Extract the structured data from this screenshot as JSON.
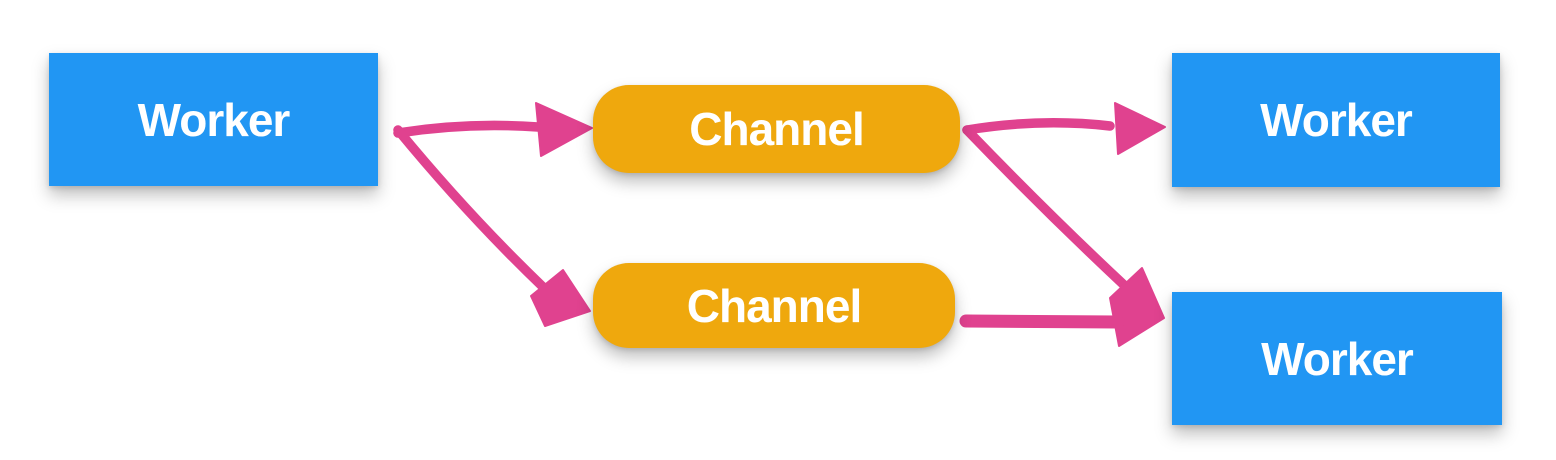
{
  "diagram": {
    "title": "worker-channel-fanout-diagram",
    "background": "#ffffff",
    "colors": {
      "worker_fill": "#2196f3",
      "channel_fill": "#efa80d",
      "arrow": "#e0428f",
      "label": "#ffffff"
    },
    "nodes": [
      {
        "id": "worker-left",
        "type": "worker",
        "label": "Worker"
      },
      {
        "id": "channel-top",
        "type": "channel",
        "label": "Channel"
      },
      {
        "id": "channel-bottom",
        "type": "channel",
        "label": "Channel"
      },
      {
        "id": "worker-right-top",
        "type": "worker",
        "label": "Worker"
      },
      {
        "id": "worker-right-bottom",
        "type": "worker",
        "label": "Worker"
      }
    ],
    "edges": [
      {
        "from": "worker-left",
        "to": "channel-top"
      },
      {
        "from": "worker-left",
        "to": "channel-bottom"
      },
      {
        "from": "channel-top",
        "to": "worker-right-top"
      },
      {
        "from": "channel-top",
        "to": "worker-right-bottom"
      },
      {
        "from": "channel-bottom",
        "to": "worker-right-bottom"
      }
    ]
  }
}
